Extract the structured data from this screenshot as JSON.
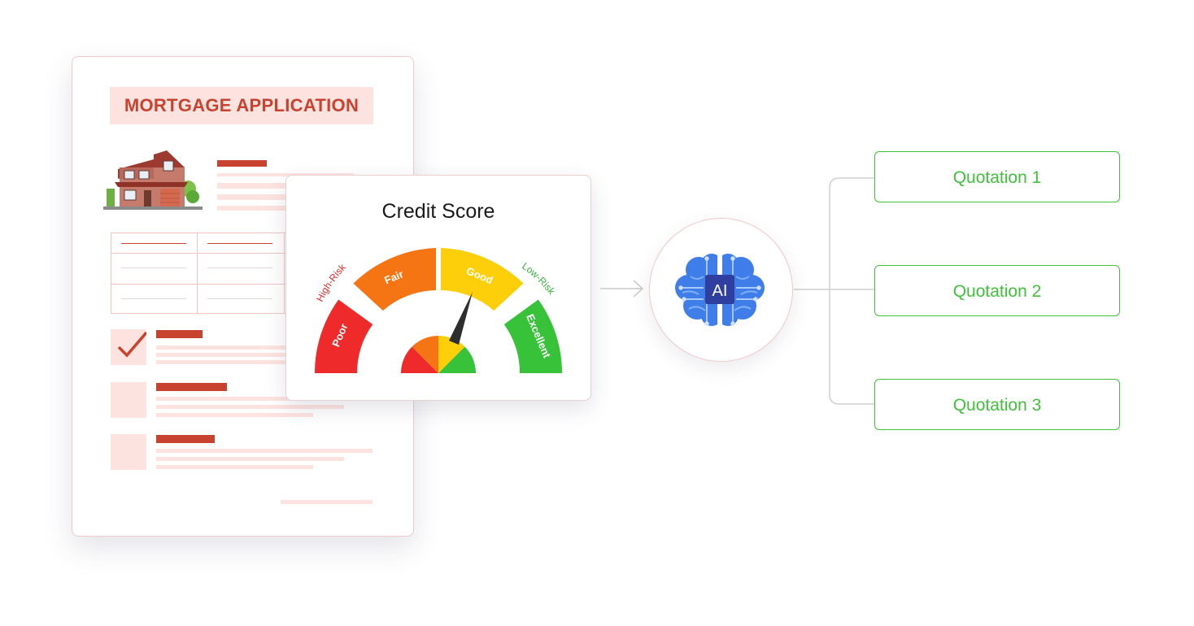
{
  "document": {
    "title": "MORTGAGE APPLICATION"
  },
  "credit_score": {
    "title": "Credit Score",
    "risk_labels": {
      "high": "High-Risk",
      "low": "Low-Risk"
    },
    "segments": [
      "Poor",
      "Fair",
      "Good",
      "Excellent"
    ],
    "indicator_level": "Good",
    "colors": {
      "poor": "#ee2a2a",
      "fair": "#f57514",
      "good": "#fdcf0a",
      "excellent": "#38c23a",
      "high_risk": "#e12a2a",
      "low_risk": "#38b23a"
    }
  },
  "ai": {
    "label": "AI",
    "icon": "brain-circuit-icon"
  },
  "quotations": [
    {
      "label": "Quotation 1"
    },
    {
      "label": "Quotation 2"
    },
    {
      "label": "Quotation 3"
    }
  ],
  "colors": {
    "accent_red": "#c8432f",
    "accent_pink": "#fde3e0",
    "quote_green": "#3fc23a",
    "ai_blue": "#3f7ee8"
  }
}
